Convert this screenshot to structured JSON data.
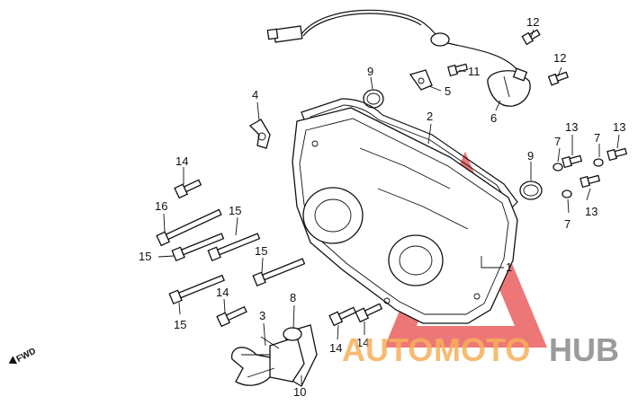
{
  "diagram": {
    "callouts": [
      "1",
      "2",
      "3",
      "4",
      "5",
      "6",
      "7",
      "7",
      "7",
      "8",
      "9",
      "9",
      "10",
      "11",
      "12",
      "12",
      "13",
      "13",
      "13",
      "14",
      "14",
      "14",
      "14",
      "15",
      "15",
      "15",
      "15",
      "16"
    ]
  },
  "fwd_label": "FWD",
  "watermark": {
    "part1": "AUTO",
    "part2": "MOTO",
    "part3": "HUB",
    "colors": {
      "part1": "#f6b05a",
      "part2": "#f6b05a",
      "part3": "#8a8a8a",
      "triangle": "#e84a4a"
    }
  }
}
